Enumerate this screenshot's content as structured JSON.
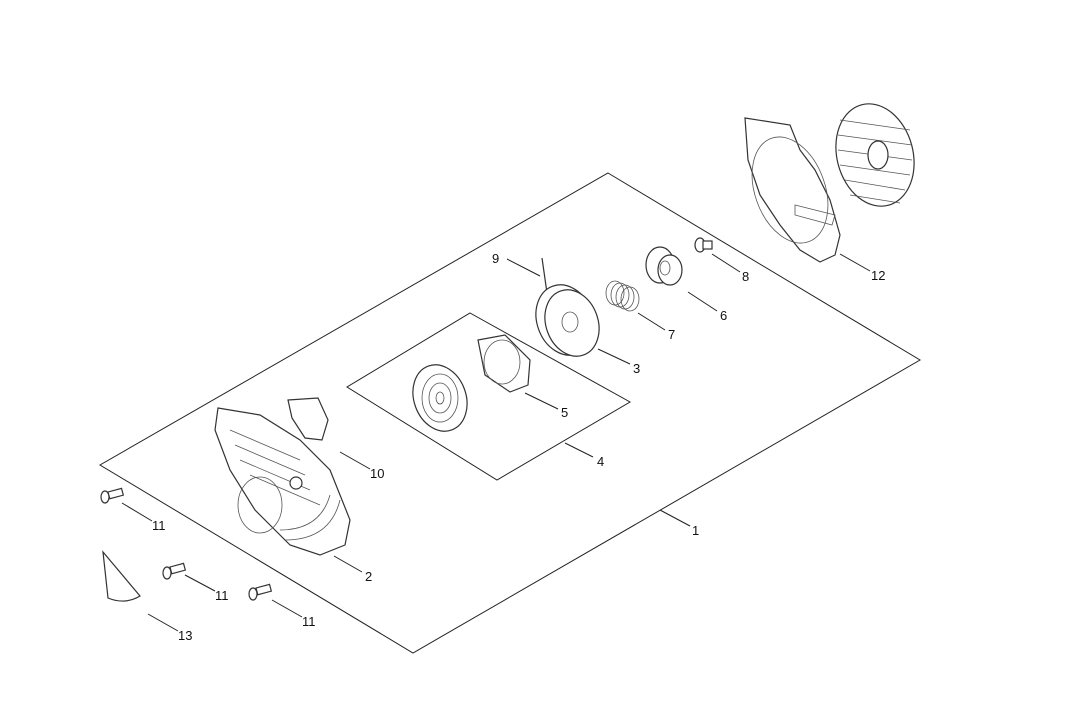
{
  "diagram": {
    "type": "exploded parts diagram",
    "callouts": [
      {
        "id": "c9",
        "label": "9"
      },
      {
        "id": "c8",
        "label": "8"
      },
      {
        "id": "c12",
        "label": "12"
      },
      {
        "id": "c7",
        "label": "7"
      },
      {
        "id": "c6",
        "label": "6"
      },
      {
        "id": "c3",
        "label": "3"
      },
      {
        "id": "c5",
        "label": "5"
      },
      {
        "id": "c4",
        "label": "4"
      },
      {
        "id": "c10",
        "label": "10"
      },
      {
        "id": "c1",
        "label": "1"
      },
      {
        "id": "c11a",
        "label": "11"
      },
      {
        "id": "c2",
        "label": "2"
      },
      {
        "id": "c11b",
        "label": "11"
      },
      {
        "id": "c11c",
        "label": "11"
      },
      {
        "id": "c13",
        "label": "13"
      }
    ]
  }
}
